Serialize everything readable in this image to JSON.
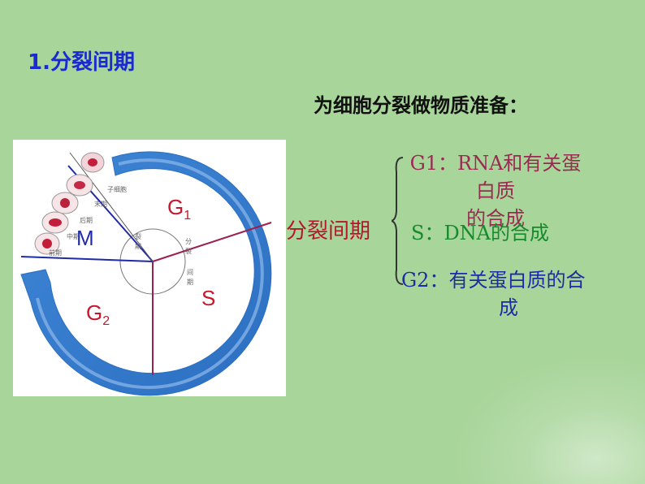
{
  "title": "1.分裂间期",
  "subtitle": "为细胞分裂做物质准备：",
  "cycle_figure": {
    "phase_g1": "G",
    "phase_g1_sub": "1",
    "phase_s": "S",
    "phase_g2": "G",
    "phase_g2_sub": "2",
    "phase_m": "M"
  },
  "interphase_label": "分裂间期",
  "items": {
    "g1_line1": "G1：RNA和有关蛋白质",
    "g1_line2": "的合成",
    "s": "S：DNA的合成",
    "g2_line1": "G2：有关蛋白质的合",
    "g2_line2": "成"
  },
  "colors": {
    "background": "#a8d59a",
    "title": "#1a2ad0",
    "arrow": "#3f86d6",
    "divider": "#9b2050",
    "g1_text": "#9b2a52",
    "s_text": "#178a2e",
    "g2_text": "#1f2aa8"
  }
}
